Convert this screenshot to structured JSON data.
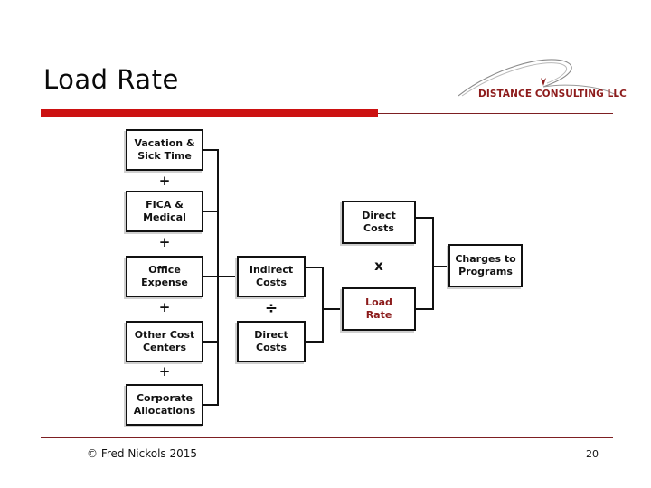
{
  "slide": {
    "title": "Load Rate",
    "page_number": "20",
    "copyright": "© Fred Nickols 2015",
    "accent_color": "#cc1111",
    "rule_color": "#7d1f22"
  },
  "logo": {
    "name": "distance-consulting-logo",
    "text": "DISTANCE CONSULTING LLC",
    "color": "#8d1b1b"
  },
  "diagram": {
    "left_column": [
      {
        "label": "Vacation &\nSick Time"
      },
      {
        "label": "FICA &\nMedical"
      },
      {
        "label": "Office\nExpense"
      },
      {
        "label": "Other Cost\nCenters"
      },
      {
        "label": "Corporate\nAllocations"
      }
    ],
    "left_operators": [
      "+",
      "+",
      "+",
      "+"
    ],
    "middle_column": [
      {
        "label": "Indirect\nCosts"
      },
      {
        "label": "Direct\nCosts"
      }
    ],
    "middle_operator": "÷",
    "right_column": [
      {
        "label": "Direct\nCosts",
        "color": "#111111"
      },
      {
        "label": "Load\nRate",
        "color": "#8b1a1a"
      }
    ],
    "right_operator": "x",
    "result": {
      "label": "Charges to\nPrograms"
    }
  }
}
